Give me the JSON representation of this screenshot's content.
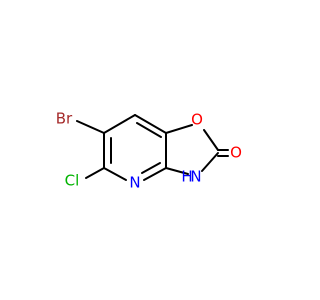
{
  "atoms": {
    "Br": {
      "text": "Br",
      "color": "#a52a2a"
    },
    "Cl": {
      "text": "Cl",
      "color": "#00b300"
    },
    "O_ring": {
      "text": "O",
      "color": "#ff0000"
    },
    "O_carbonyl": {
      "text": "O",
      "color": "#ff0000"
    },
    "N_pyridine": {
      "text": "N",
      "color": "#0000ff"
    },
    "NH": {
      "text": "N",
      "color": "#0000ff"
    },
    "H": {
      "text": "H",
      "color": "#0000ff"
    }
  },
  "bond_color": "#000000",
  "background": "#ffffff"
}
